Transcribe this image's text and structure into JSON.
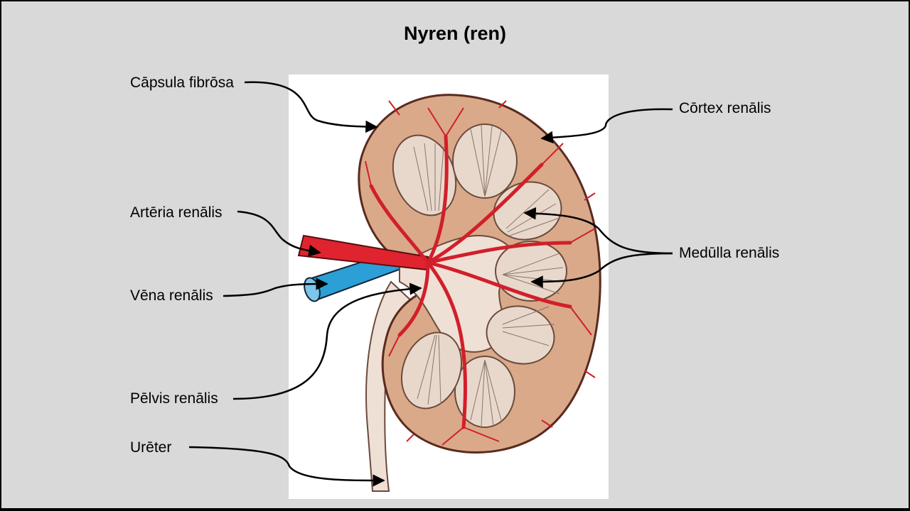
{
  "title": "Nyren (ren)",
  "labels": {
    "capsula": "Cāpsula fibrōsa",
    "arteria": "Artēria renālis",
    "vena": "Vēna renālis",
    "pelvis": "Pēlvis renālis",
    "ureter": "Urēter",
    "cortex": "Cōrtex renālis",
    "medulla": "Medūlla renālis"
  },
  "colors": {
    "background": "#d9d9d9",
    "cortex": "#d9a98a",
    "capsule": "#7a3a2c",
    "artery": "#e0242f",
    "vein": "#2b9fd6",
    "medulla": "#e8d8cc",
    "pelvis": "#efe0d6"
  }
}
